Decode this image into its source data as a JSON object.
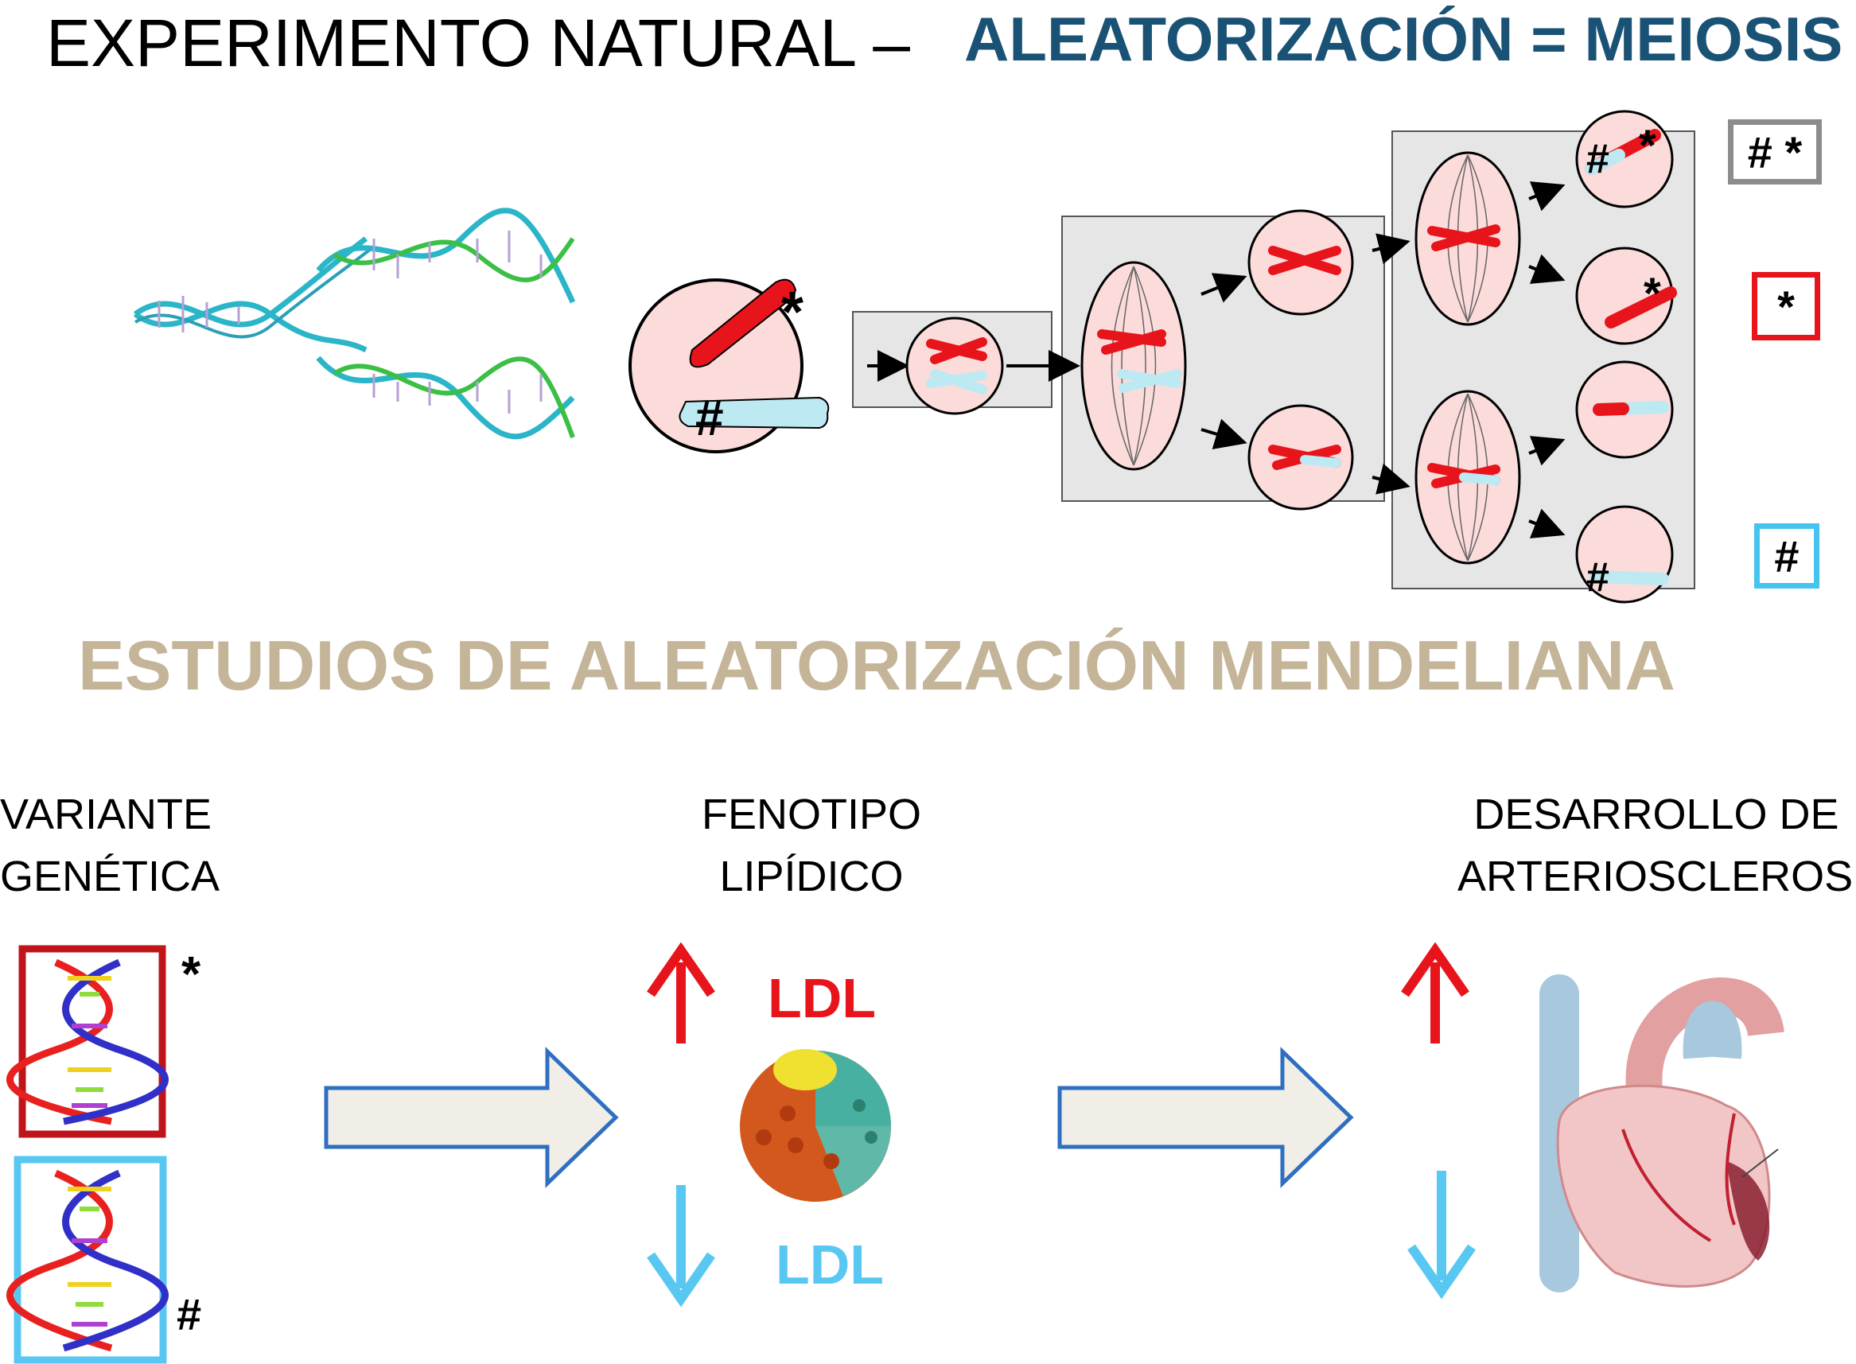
{
  "header": {
    "title": "EXPERIMENTO NATURAL –",
    "subtitle": "ALEATORIZACIÓN = MEIOSIS"
  },
  "meiosis": {
    "parent_mark_star": "*",
    "parent_mark_hash": "#",
    "gametes": [
      {
        "mark": "# *",
        "box_color": "#8c8c8c"
      },
      {
        "mark": "*",
        "box_color": "#e8141b"
      },
      {
        "mark": "",
        "box_color": ""
      },
      {
        "mark": "#",
        "box_color": "#45c4f0"
      }
    ],
    "gamete_mark_hash_star_1": "#",
    "gamete_mark_hash_star_2": "*",
    "gamete_mark_star": "*",
    "gamete_mark_hash": "#"
  },
  "section_title": "ESTUDIOS DE  ALEATORIZACIÓN MENDELIANA",
  "stages": {
    "variant": {
      "line1": "VARIANTE",
      "line2": "GENÉTICA"
    },
    "phenotype": {
      "line1": "FENOTIPO",
      "line2": "LIPÍDICO"
    },
    "outcome": {
      "line1": "DESARROLLO DE",
      "line2": "ARTERIOSCLEROSIS"
    }
  },
  "variants": {
    "star_mark": "*",
    "hash_mark": "#",
    "star_color": "#c0141b",
    "hash_color": "#58c8f2"
  },
  "ldl": {
    "up_label": "LDL",
    "down_label": "LDL",
    "up_color": "#e8141b",
    "down_color": "#58c8f2"
  },
  "icons": [
    "dna-replication-icon",
    "chromosome-icon",
    "dna-helix-icon",
    "lipoprotein-particle-icon",
    "heart-icon",
    "arrow-right-icon",
    "arrow-up-icon",
    "arrow-down-icon"
  ]
}
